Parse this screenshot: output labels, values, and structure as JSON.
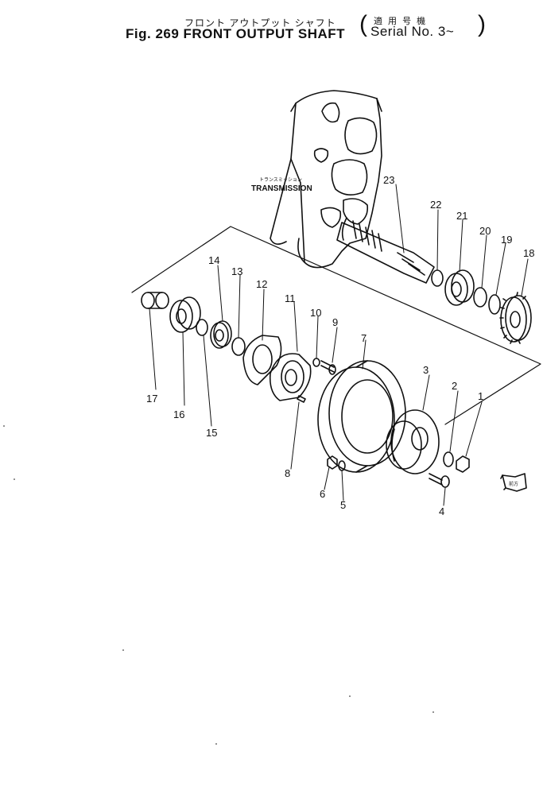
{
  "header": {
    "japanese_title": "フロント アウトプット シャフト",
    "figure_title": "Fig. 269 FRONT OUTPUT SHAFT",
    "japanese_serial": "適 用 号 機",
    "serial": "Serial No. 3~",
    "paren_open": "(",
    "paren_close": ")"
  },
  "labels": {
    "transmission": "TRANSMISSION",
    "transmission_jp": "トランスミッション",
    "direction_jp": "前方"
  },
  "part_numbers": [
    "1",
    "2",
    "3",
    "4",
    "5",
    "6",
    "7",
    "8",
    "9",
    "10",
    "11",
    "12",
    "13",
    "14",
    "15",
    "16",
    "17",
    "18",
    "19",
    "20",
    "21",
    "22",
    "23"
  ]
}
